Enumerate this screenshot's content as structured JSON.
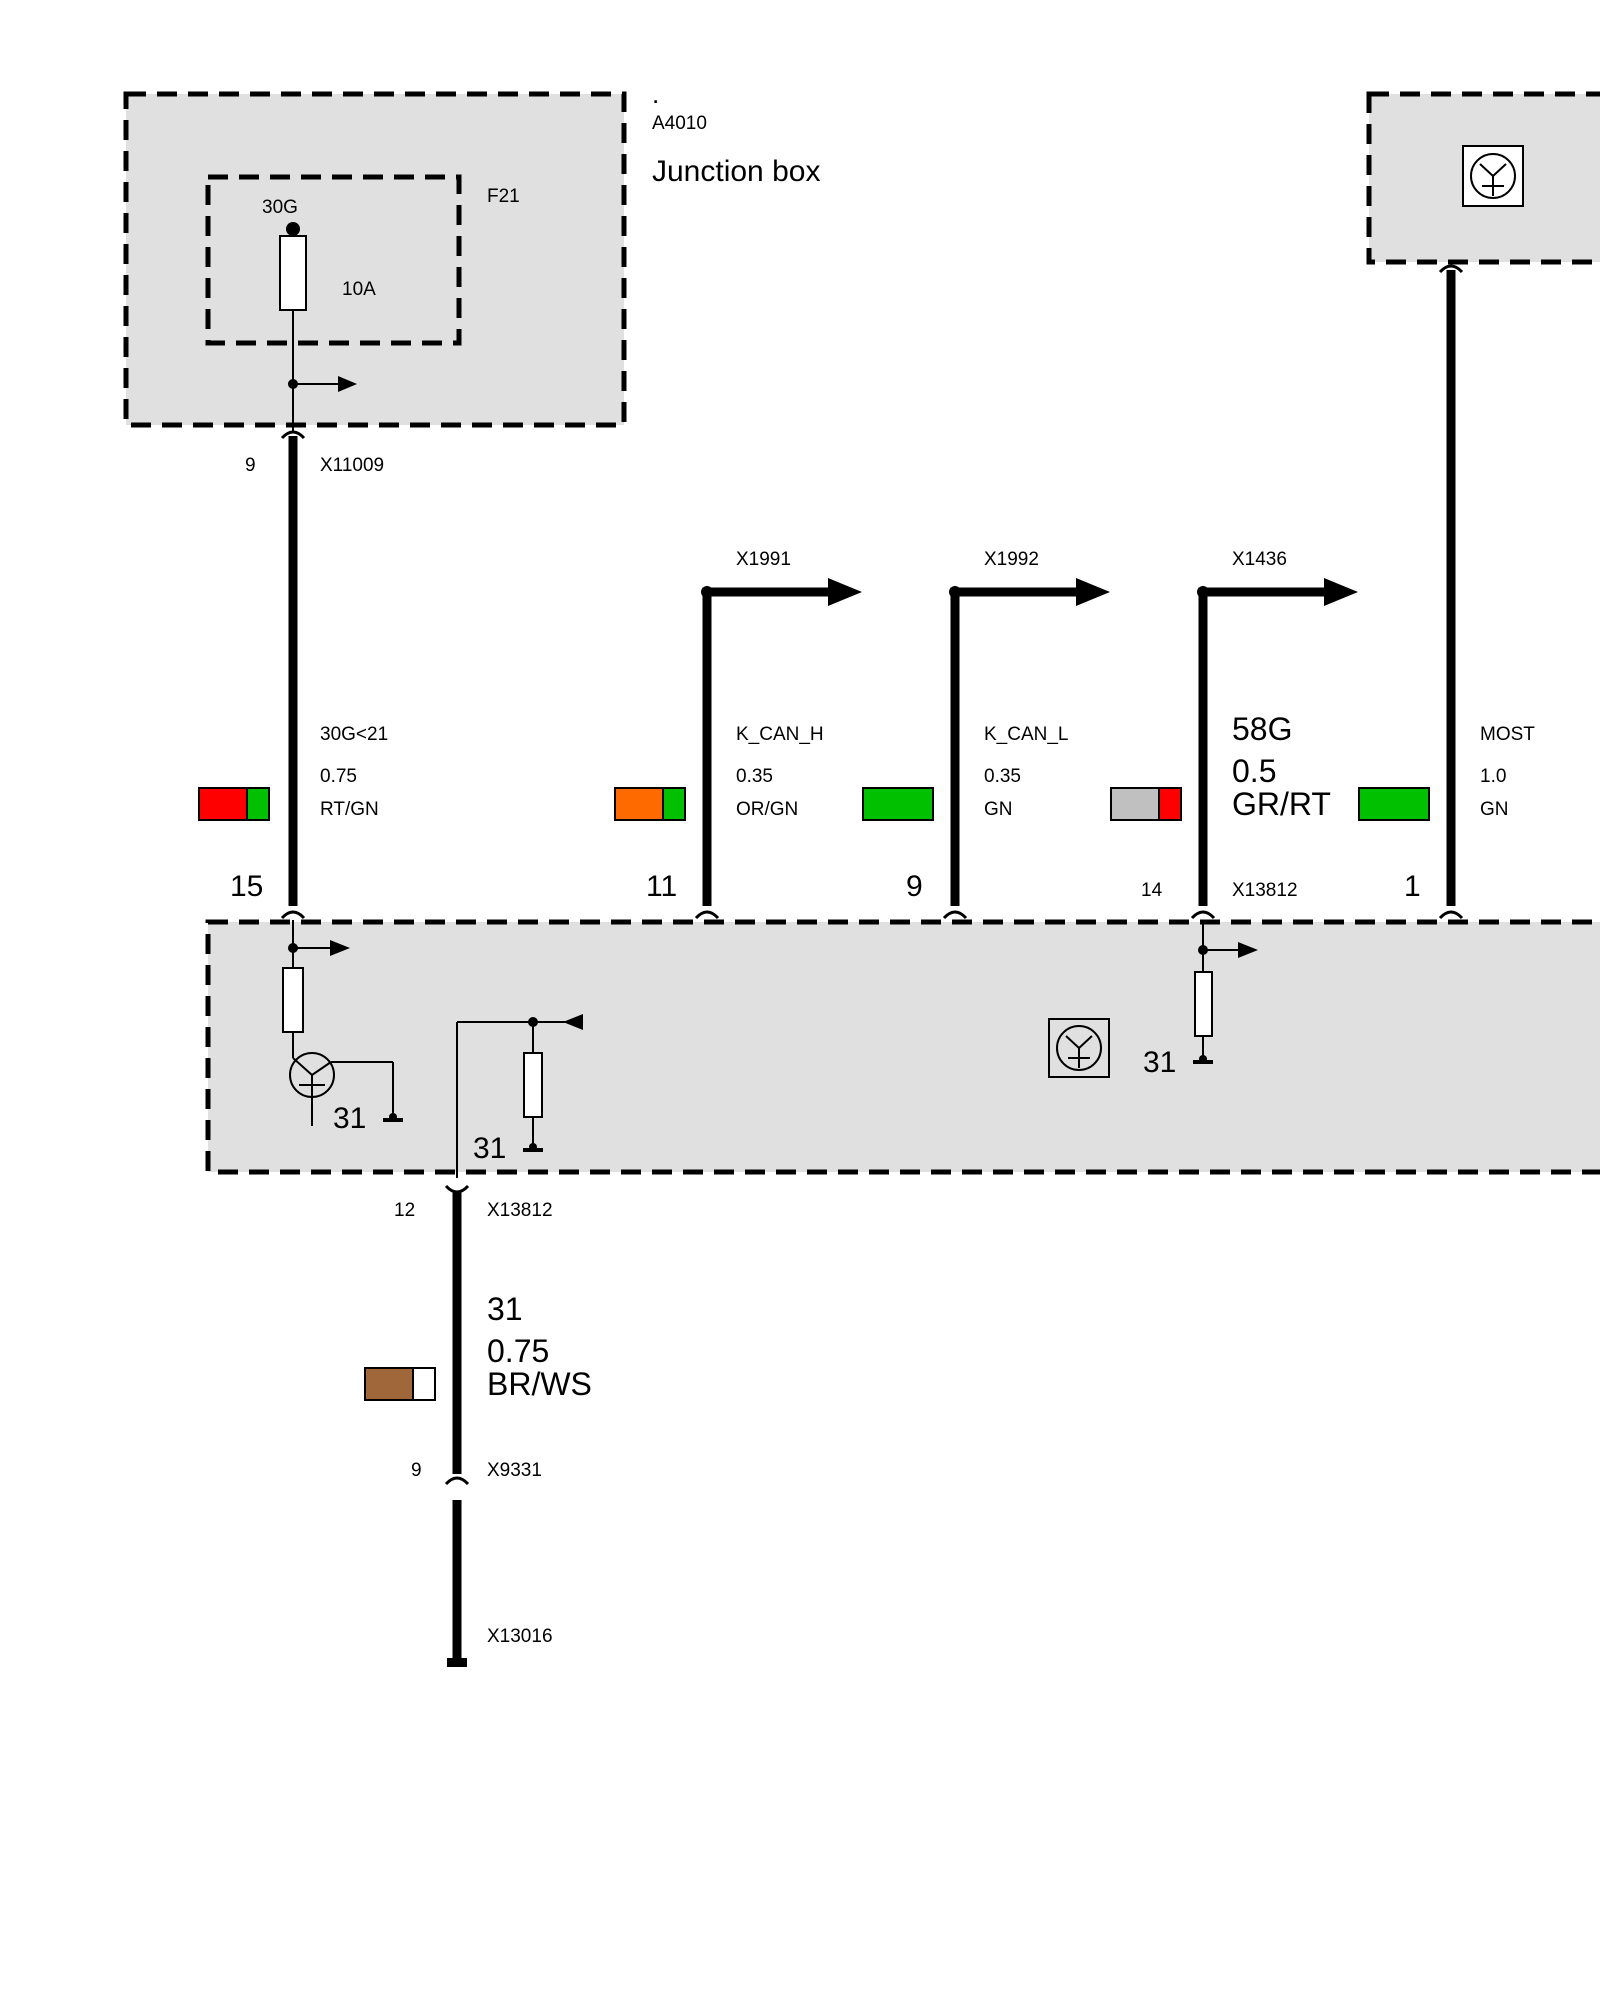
{
  "junction_box": {
    "dot": ".",
    "id": "A4010",
    "name": "Junction box",
    "fuse_id": "F21",
    "fuse_terminal": "30G",
    "fuse_rating": "10A",
    "pin": "9",
    "connector": "X11009"
  },
  "branches": [
    {
      "connector": "X1991"
    },
    {
      "connector": "X1992"
    },
    {
      "connector": "X1436"
    }
  ],
  "wires": [
    {
      "signal": "30G<21",
      "size": "0.75",
      "color": "RT/GN",
      "pin": "15",
      "swatch": [
        "#ff0000",
        "#00c000"
      ]
    },
    {
      "signal": "K_CAN_H",
      "size": "0.35",
      "color": "OR/GN",
      "pin": "11",
      "swatch": [
        "#ff6a00",
        "#00c000"
      ]
    },
    {
      "signal": "K_CAN_L",
      "size": "0.35",
      "color": "GN",
      "pin": "9",
      "swatch": [
        "#00c000"
      ]
    },
    {
      "signal": "58G",
      "size": "0.5",
      "color": "GR/RT",
      "pin": "14",
      "connector": "X13812",
      "swatch": [
        "#c0c0c0",
        "#ff0000"
      ]
    },
    {
      "signal": "MOST",
      "size": "1.0",
      "color": "GN",
      "pin": "1",
      "swatch": [
        "#00c000"
      ]
    }
  ],
  "module": {
    "ground_1": "31",
    "ground_2": "31",
    "ground_3": "31"
  },
  "ground_wire": {
    "pin_top": "12",
    "connector_top": "X13812",
    "signal": "31",
    "size": "0.75",
    "color": "BR/WS",
    "swatch": [
      "#a0683a",
      "#ffffff"
    ],
    "pin_mid": "9",
    "connector_mid": "X9331",
    "ground_point": "X13016"
  }
}
